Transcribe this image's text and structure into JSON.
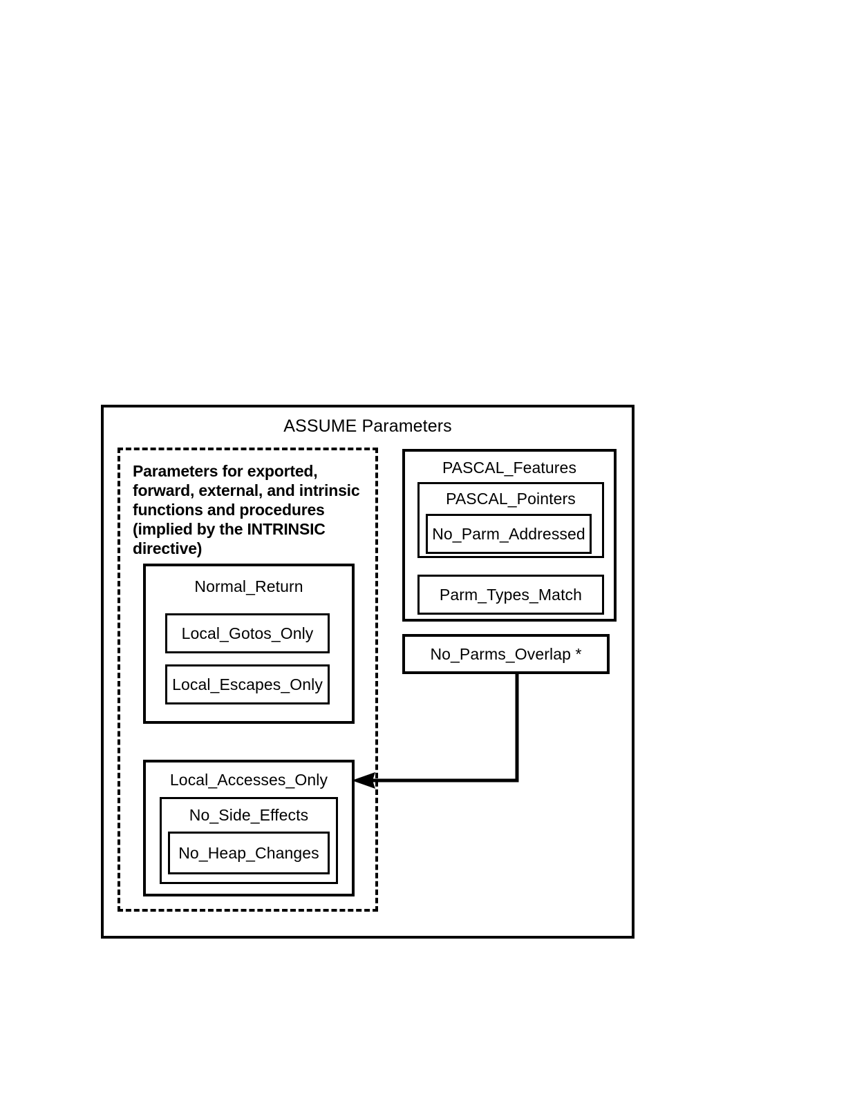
{
  "diagram": {
    "title": "ASSUME Parameters",
    "dashed_group": {
      "note": "Parameters for exported, forward, external, and intrinsic functions and procedures (implied by the INTRINSIC directive)",
      "boxes": [
        {
          "label": "Normal_Return",
          "children": [
            {
              "label": "Local_Gotos_Only"
            },
            {
              "label": "Local_Escapes_Only"
            }
          ]
        },
        {
          "label": "Local_Accesses_Only",
          "children": [
            {
              "label": "No_Side_Effects",
              "children": [
                {
                  "label": "No_Heap_Changes"
                }
              ]
            }
          ]
        }
      ]
    },
    "right_column": [
      {
        "label": "PASCAL_Features",
        "children": [
          {
            "label": "PASCAL_Pointers",
            "children": [
              {
                "label": "No_Parm_Addressed"
              }
            ]
          },
          {
            "label": "Parm_Types_Match"
          }
        ]
      },
      {
        "label": "No_Parms_Overlap *"
      }
    ],
    "connector": {
      "from": "No_Parms_Overlap *",
      "to": "Local_Accesses_Only",
      "style": "elbow-arrow"
    },
    "colors": {
      "stroke": "#000000",
      "background": "#ffffff"
    }
  }
}
